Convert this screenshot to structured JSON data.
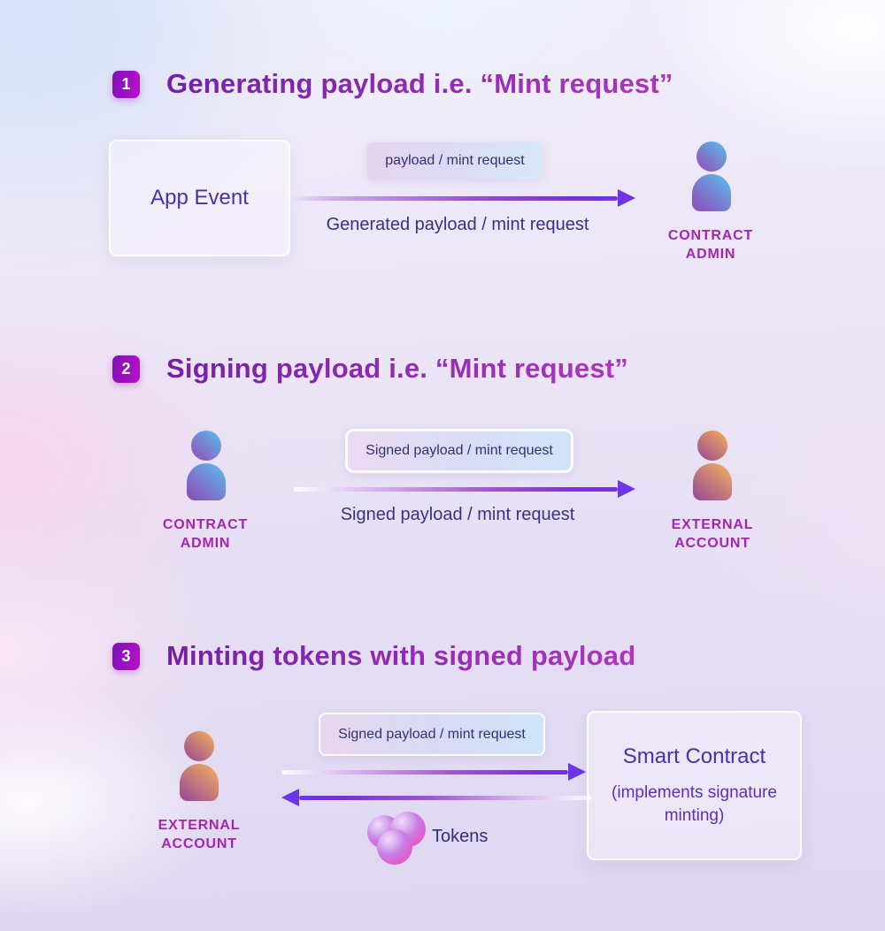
{
  "colors": {
    "step_badge_gradient": [
      "#7E12B4",
      "#B90FCC"
    ],
    "title_purple_gradient": [
      "#7420A6",
      "#AE35C0"
    ],
    "arrow_violet": "#6D35E8",
    "person_label_magenta": "#A226B2",
    "body_text_indigo": "#3D2E8C",
    "admin_icon_gradient": [
      "#5EB2E6",
      "#8E58BD"
    ],
    "external_icon_gradient": [
      "#EAA55F",
      "#A2538F"
    ],
    "token_pink": "#EF59BD",
    "chip_gradient": [
      "#E6D4EE",
      "#D7E9F9"
    ]
  },
  "icons": {
    "contract_admin": "person-icon",
    "external_account": "person-icon",
    "tokens": "three-spheres-icon"
  },
  "steps": [
    {
      "number": "1",
      "title": "Generating payload i.e. “Mint request”",
      "source_label": "App Event",
      "chip_label": "payload / mint request",
      "arrow_label": "Generated payload / mint request",
      "target_label": {
        "line1": "CONTRACT",
        "line2": "ADMIN"
      }
    },
    {
      "number": "2",
      "title": "Signing payload i.e. “Mint request”",
      "source_label": {
        "line1": "CONTRACT",
        "line2": "ADMIN"
      },
      "chip_label": "Signed payload / mint request",
      "arrow_label": "Signed payload / mint request",
      "target_label": {
        "line1": "EXTERNAL",
        "line2": "ACCOUNT"
      }
    },
    {
      "number": "3",
      "title": "Minting tokens with signed payload",
      "source_label": {
        "line1": "EXTERNAL",
        "line2": "ACCOUNT"
      },
      "chip_label": "Signed payload / mint request",
      "tokens_label": "Tokens",
      "target": {
        "title": "Smart Contract",
        "subtitle": "(implements signature minting)"
      }
    }
  ]
}
